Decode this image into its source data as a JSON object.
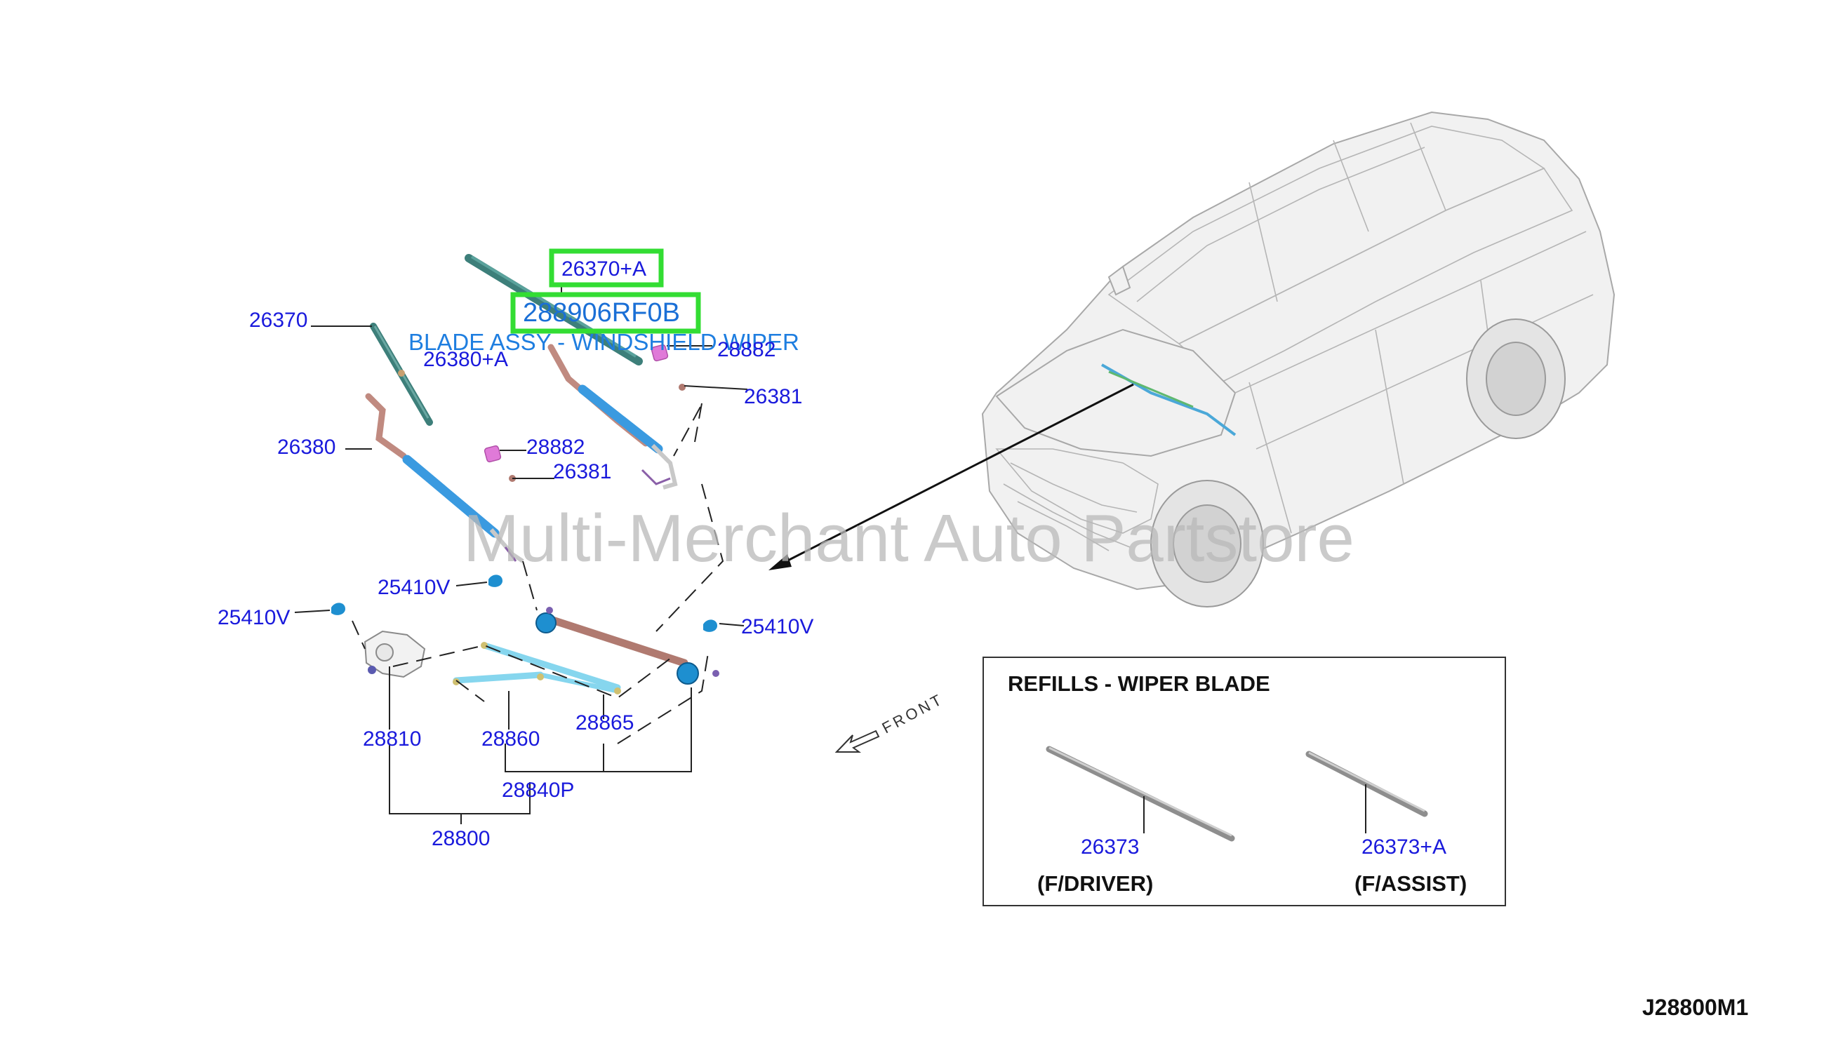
{
  "diagram_id": "J28800M1",
  "watermark": "Multi-Merchant Auto Partstore",
  "front_label": "FRONT",
  "highlight": {
    "part_code": "26370+A",
    "part_number": "288906RF0B",
    "description": "BLADE ASSY - WINDSHIELD WIPER"
  },
  "callouts": {
    "c26370": "26370",
    "c26380a": "26380+A",
    "c28882a": "28882",
    "c26381a": "26381",
    "c26380": "26380",
    "c28882b": "28882",
    "c26381b": "26381",
    "c25410va": "25410V",
    "c25410vb": "25410V",
    "c25410vc": "25410V",
    "c28810": "28810",
    "c28860": "28860",
    "c28865": "28865",
    "c28840p": "28840P",
    "c28800": "28800"
  },
  "refills": {
    "title": "REFILLS - WIPER BLADE",
    "driver_code": "26373",
    "driver_label": "(F/DRIVER)",
    "assist_code": "26373+A",
    "assist_label": "(F/ASSIST)"
  },
  "colors": {
    "highlight_box": "#33dd33",
    "arm": "#3a9ae0",
    "arm_alt": "#c08a80",
    "link_rod": "#86d6ee",
    "blade": "#3d7f7a",
    "pivot": "#1e8fd0",
    "cap": "#e07ad8",
    "label_text": "#1a1adc"
  }
}
